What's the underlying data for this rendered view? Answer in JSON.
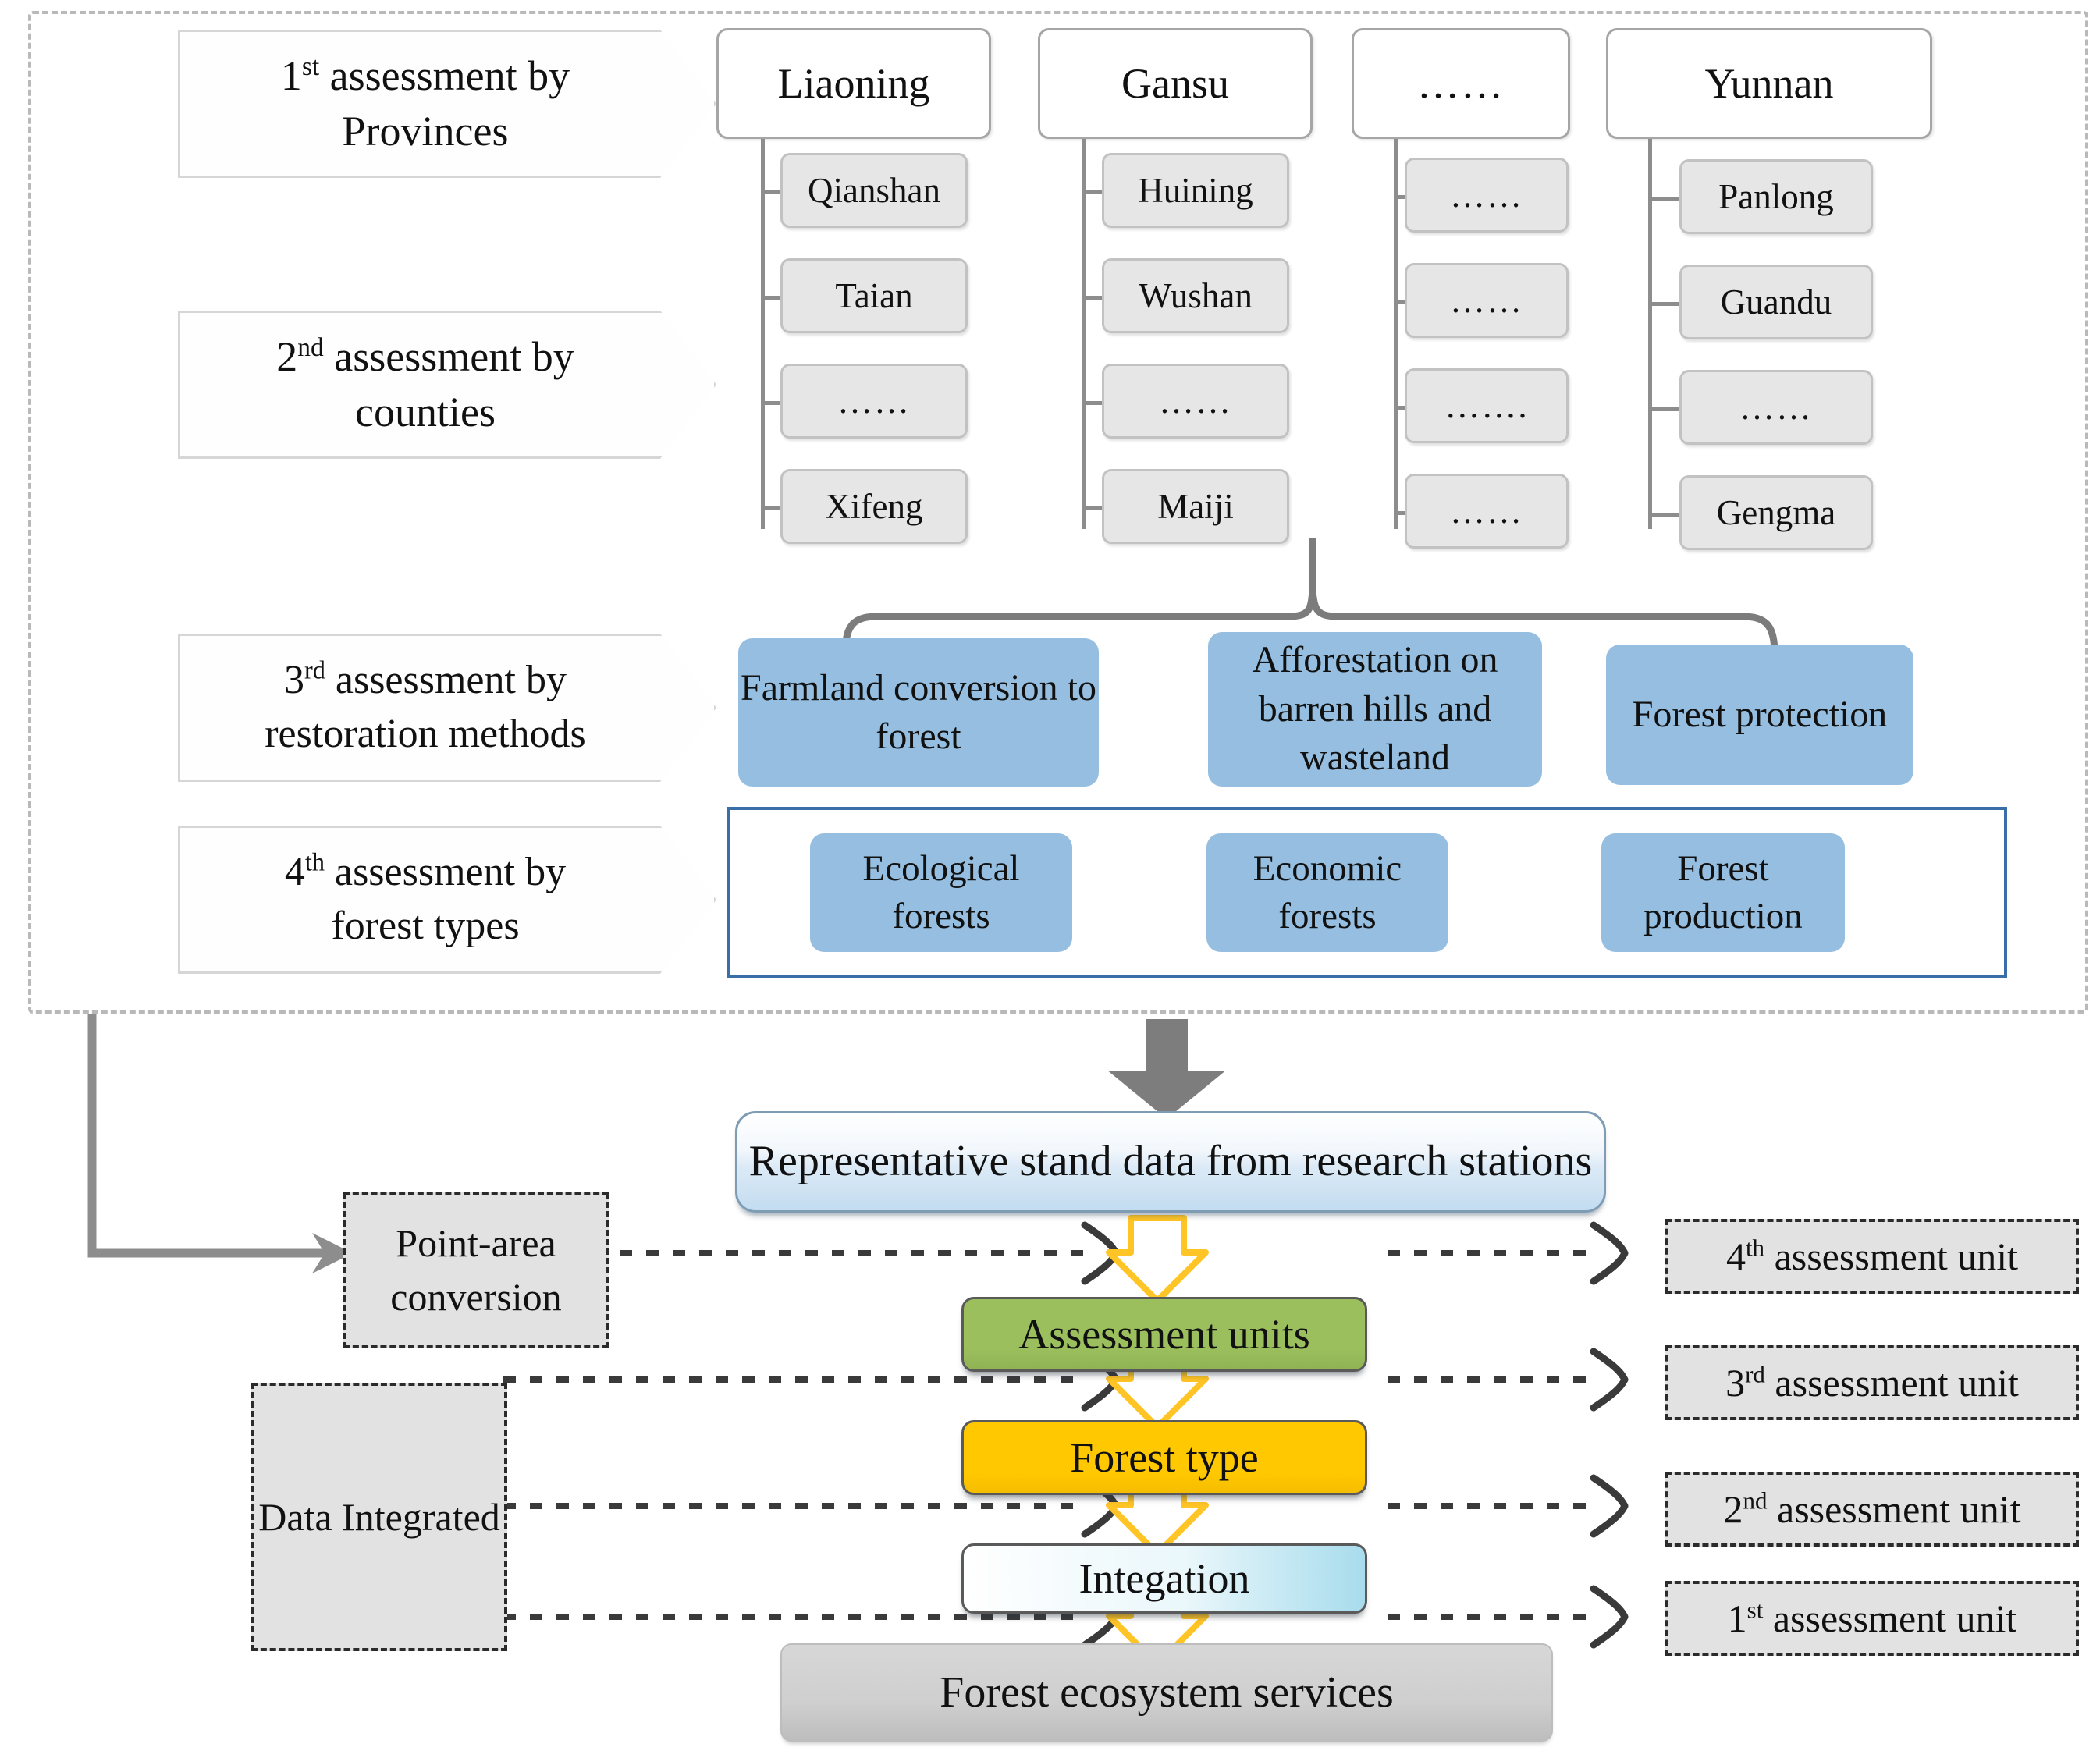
{
  "stages": [
    {
      "id": "stage-1",
      "ordinal": "1",
      "suffix": "st",
      "text_before": "",
      "text_after": " assessment by",
      "line2": "Provinces",
      "full": "1st assessment by Provinces"
    },
    {
      "id": "stage-2",
      "ordinal": "2",
      "suffix": "nd",
      "text_after": " assessment by",
      "line2": "counties",
      "full": "2nd assessment by counties"
    },
    {
      "id": "stage-3",
      "ordinal": "3",
      "suffix": "rd",
      "text_after": "  assessment by",
      "line2": "restoration methods",
      "full": "3rd assessment by restoration methods"
    },
    {
      "id": "stage-4",
      "ordinal": "4",
      "suffix": "th",
      "text_after": " assessment by",
      "line2": "forest types",
      "full": "4th assessment by forest types"
    }
  ],
  "provinces": [
    {
      "name": "Liaoning",
      "counties": [
        "Qianshan",
        "Taian",
        "……",
        "Xifeng"
      ]
    },
    {
      "name": "Gansu",
      "counties": [
        "Huining",
        "Wushan",
        "……",
        "Maiji"
      ]
    },
    {
      "name": "……",
      "counties": [
        "……",
        "……",
        "…….",
        "……"
      ]
    },
    {
      "name": "Yunnan",
      "counties": [
        "Panlong",
        "Guandu",
        "……",
        "Gengma"
      ]
    }
  ],
  "restoration_methods": [
    "Farmland conversion to forest",
    "Afforestation on barren hills and wasteland",
    "Forest protection"
  ],
  "forest_types": [
    "Ecological forests",
    "Economic forests",
    "Forest production"
  ],
  "bottom": {
    "representative_stand": "Representative stand data from research stations",
    "point_area_conversion": "Point-area conversion",
    "data_integrated": "Data Integrated",
    "pipeline": [
      {
        "label": "Assessment units",
        "color": "#9cbf5e"
      },
      {
        "label": "Forest type",
        "color": "#ffc800"
      },
      {
        "label": "Integation",
        "color": "#a8dced"
      }
    ],
    "final": "Forest ecosystem services",
    "units": [
      {
        "ordinal": "4",
        "suffix": "th",
        "rest": " assessment unit"
      },
      {
        "ordinal": "3",
        "suffix": "rd",
        "rest": " assessment unit"
      },
      {
        "ordinal": "2",
        "suffix": "nd",
        "rest": " assessment unit"
      },
      {
        "ordinal": "1",
        "suffix": "st",
        "rest": " assessment unit"
      }
    ]
  },
  "colors": {
    "blue_box": "#95bee0",
    "green": "#9cbf5e",
    "yellow": "#ffc800",
    "cyan": "#a8dced",
    "gray_arrow": "#7d7d7d",
    "frame_blue": "#3a6ea8",
    "county_gray": "#e6e6e6"
  }
}
